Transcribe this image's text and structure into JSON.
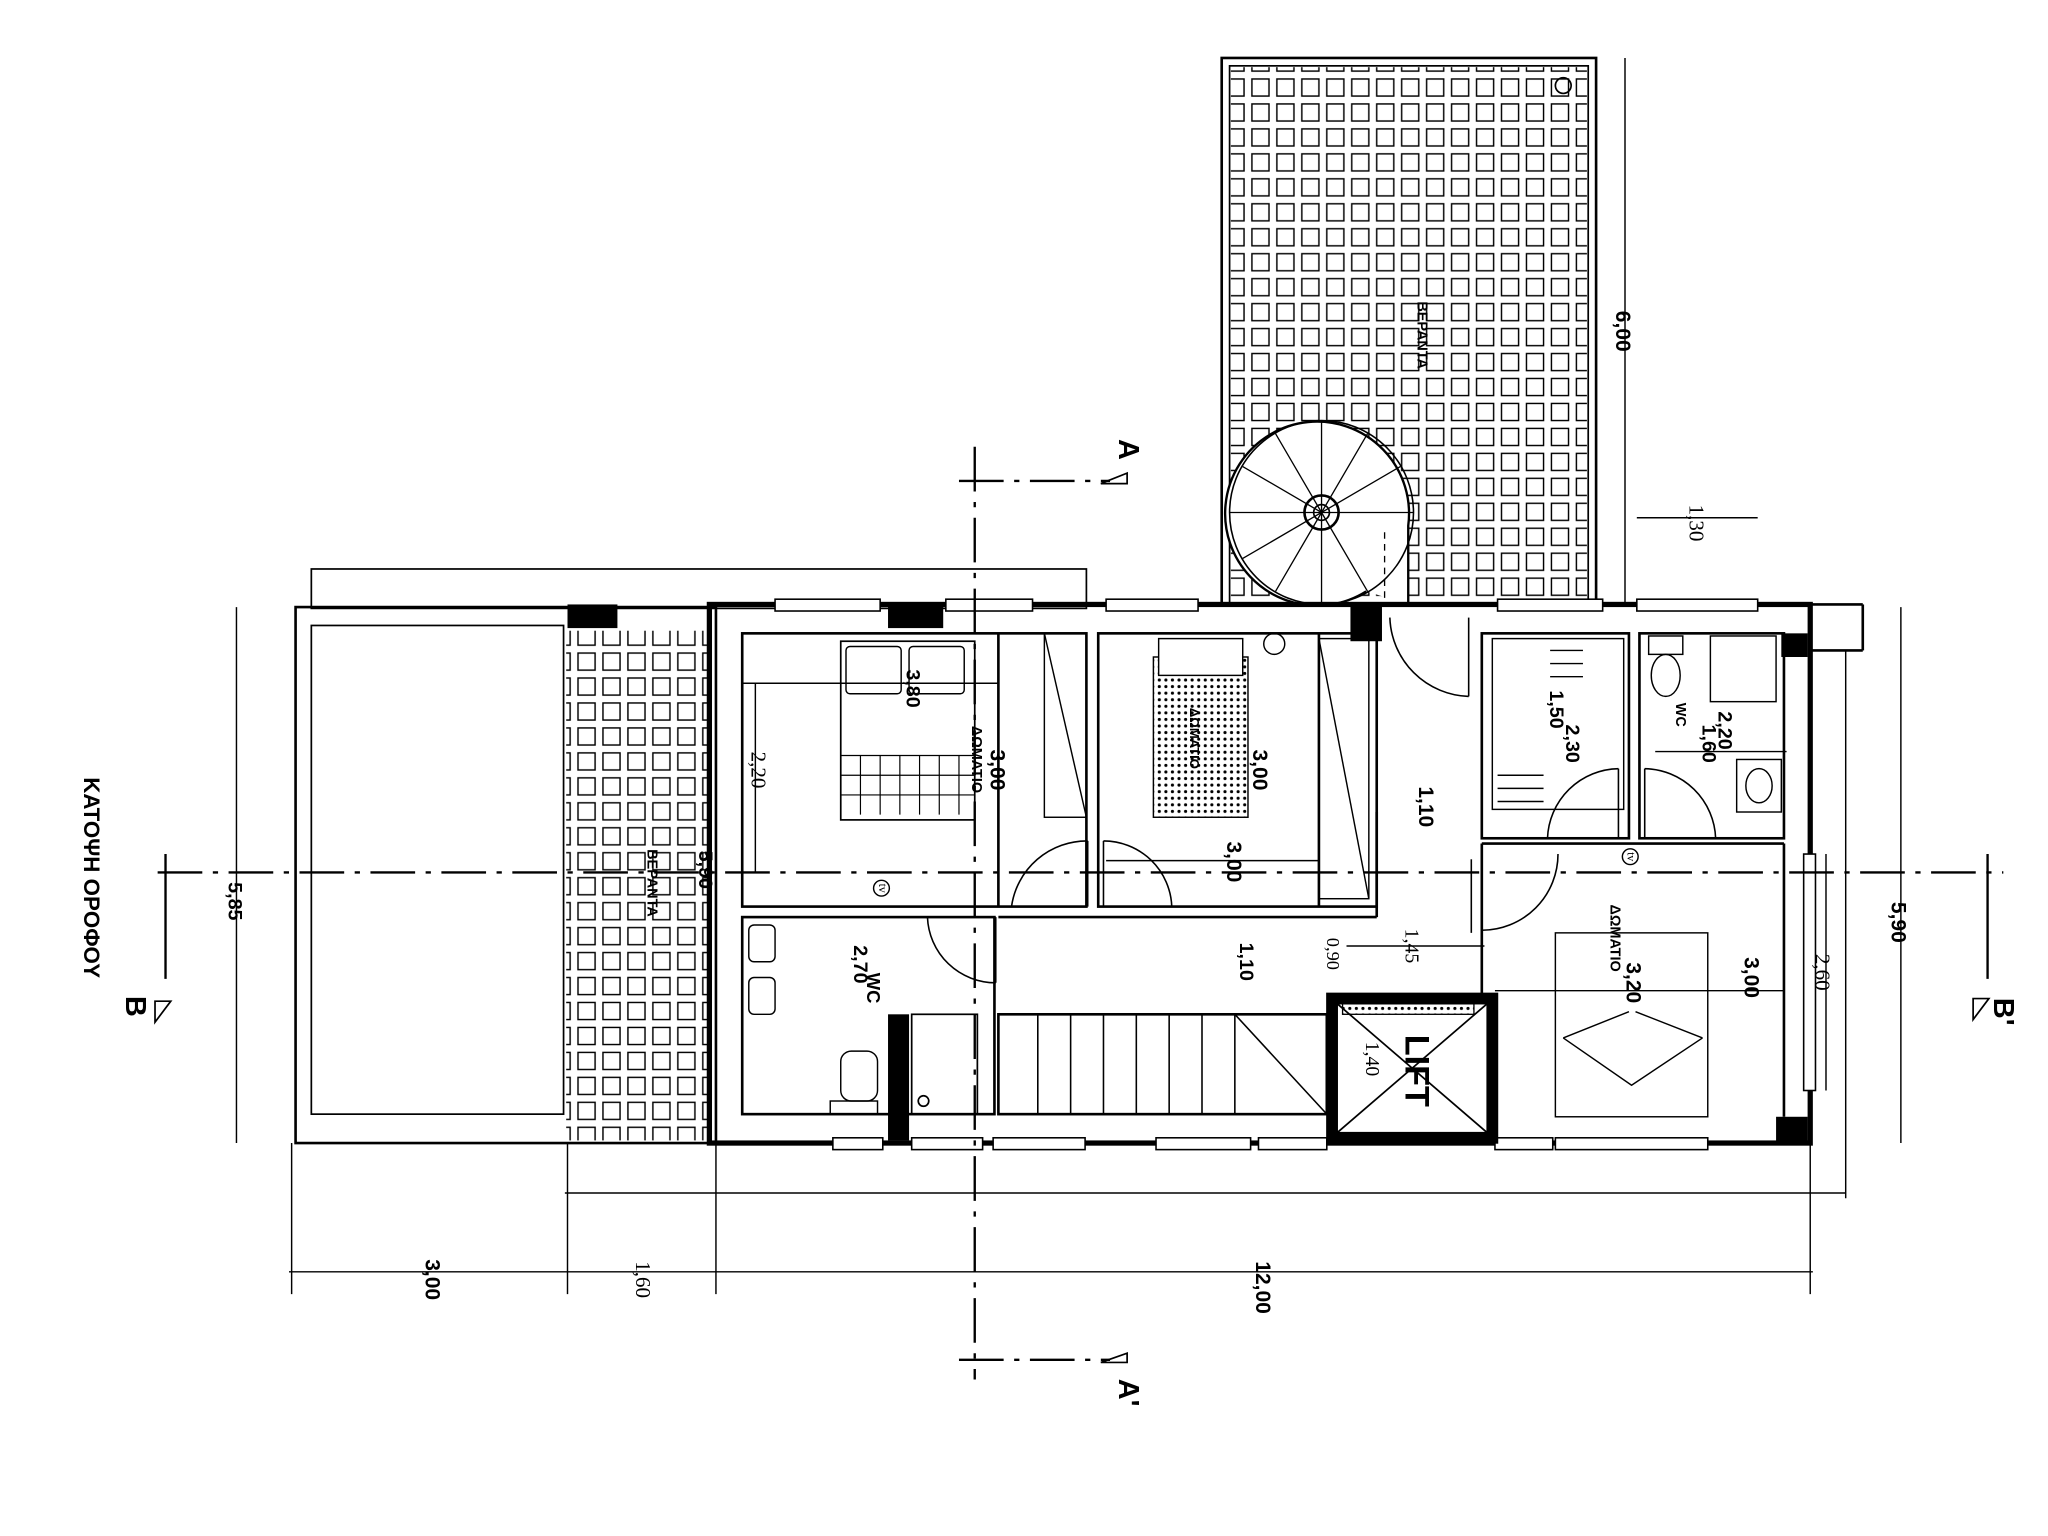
{
  "title": "ΚΑΤΟΨΗ ΟΡΟΦΟΥ",
  "sections": {
    "a_top": "A",
    "a_bottom": "A'",
    "b_left": "B",
    "b_right": "B'"
  },
  "rooms": {
    "veranda_top": "ΒΕΡΑΝΤΑ",
    "veranda_left": "ΒΕΡΑΝΤΑ",
    "bedroom_1": "ΔΩΜΑΤΙΟ",
    "bedroom_2": "ΔΩΜΑΤΙΟ",
    "bedroom_3": "ΔΩΜΑΤΙΟ",
    "wc_right": "WC",
    "wc_left": "WC",
    "lift": "LIFT",
    "tv_1": "tv",
    "tv_2": "tv"
  },
  "dimensions": {
    "d_6_00": "6,00",
    "d_1_30": "1,30",
    "d_3_80": "3,80",
    "d_2_20_a": "2,20",
    "d_3_00_a": "3,00",
    "d_3_00_b": "3,00",
    "d_3_00_c": "3,00",
    "d_1_10_a": "1,10",
    "d_1_50": "1,50",
    "d_2_30": "2,30",
    "d_2_20_b": "2,20",
    "d_1_60_a": "1,60",
    "d_5_90_a": "5,90",
    "d_5_85": "5,85",
    "d_2_70": "2,70",
    "d_1_10_b": "1,10",
    "d_0_90": "0,90",
    "d_1_45": "1,45",
    "d_1_40": "1,40",
    "d_3_20": "3,20",
    "d_3_00_d": "3,00",
    "d_2_60": "2,60",
    "d_5_90_b": "5,90",
    "d_3_00_e": "3,00",
    "d_1_60_b": "1,60",
    "d_12_00": "12,00"
  }
}
